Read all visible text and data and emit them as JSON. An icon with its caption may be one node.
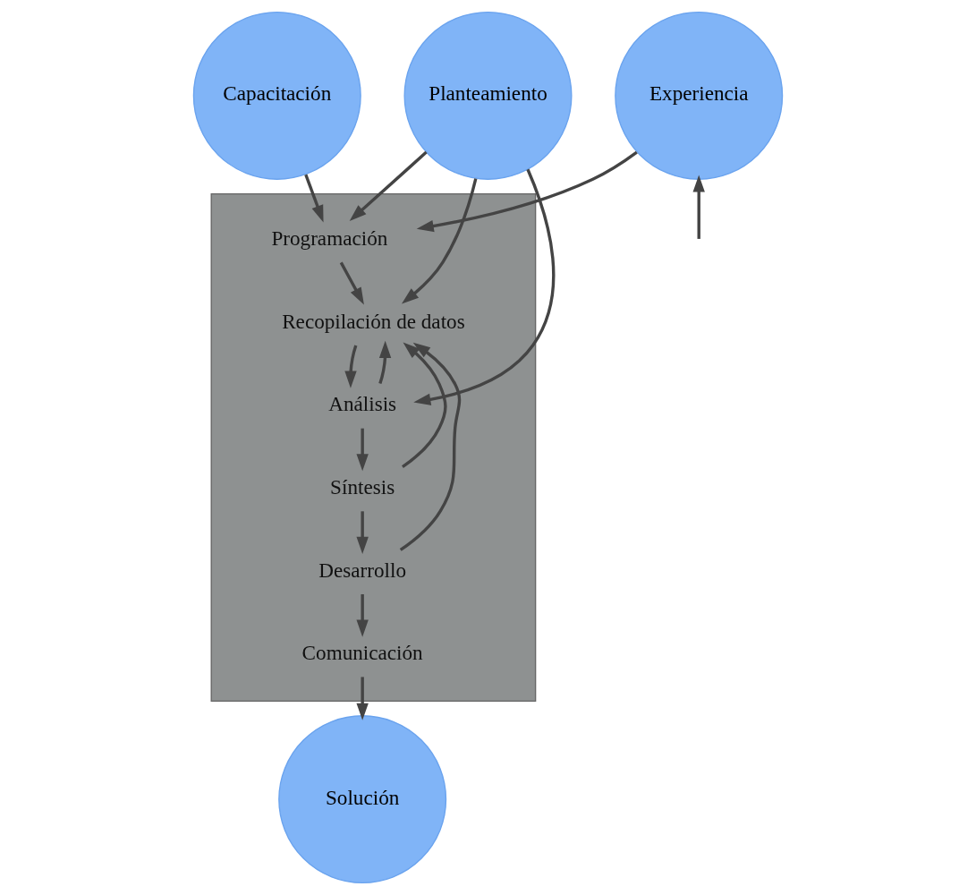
{
  "diagram": {
    "nodes": [
      {
        "text": [
          "Capacitación"
        ]
      },
      {
        "text": [
          "Planteamiento"
        ]
      },
      {
        "text": [
          "Experiencia"
        ]
      },
      {
        "text": [],
        "shape": "box"
      },
      {
        "text": [
          "Programación"
        ],
        "in": 3
      },
      {
        "text": [
          "Recopilación de datos"
        ],
        "in": 3
      },
      {
        "text": [
          "Análisis"
        ],
        "in": 3
      },
      {
        "text": [
          "Síntesis"
        ],
        "in": 3
      },
      {
        "text": [
          "Desarrollo"
        ],
        "in": 3
      },
      {
        "text": [
          "Comunicación"
        ],
        "in": 3
      },
      {
        "text": [
          "Solución"
        ]
      }
    ],
    "edges": [
      {
        "from": 0,
        "to": 4,
        "arrow": "to"
      },
      {
        "from": 1,
        "to": 4,
        "arrow": "to"
      },
      {
        "from": 2,
        "to": 4,
        "arrow": "to"
      },
      {
        "from": 4,
        "to": 5,
        "arrow": "to"
      },
      {
        "from": 1,
        "to": 5,
        "arrow": "to"
      },
      {
        "from": 5,
        "to": 6,
        "arrow": "to"
      },
      {
        "from": 1,
        "to": 6,
        "arrow": "to"
      },
      {
        "from": 6,
        "to": 5,
        "arrow": "to"
      },
      {
        "from": 6,
        "to": 7,
        "arrow": "to"
      },
      {
        "from": 7,
        "to": 5,
        "arrow": "to"
      },
      {
        "from": 7,
        "to": 8,
        "arrow": "to"
      },
      {
        "from": 8,
        "to": 5,
        "arrow": "to"
      },
      {
        "from": 8,
        "to": 9,
        "arrow": "to"
      },
      {
        "from": 9,
        "to": 10,
        "arrow": "to"
      },
      {
        "from": null,
        "to": 2,
        "arrow": "to"
      }
    ]
  }
}
